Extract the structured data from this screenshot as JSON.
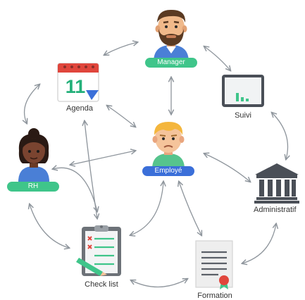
{
  "nodes": {
    "manager": {
      "label": "Manager"
    },
    "agenda": {
      "label": "Agenda",
      "day": "11"
    },
    "suivi": {
      "label": "Suivi"
    },
    "employe": {
      "label": "Employé"
    },
    "rh": {
      "label": "RH"
    },
    "administratif": {
      "label": "Administratif"
    },
    "checklist": {
      "label": "Check list"
    },
    "formation": {
      "label": "Formation"
    }
  },
  "colors": {
    "pill_green": "#3fc58a",
    "pill_blue": "#3b6fd9",
    "arrow": "#8e959c",
    "shirt_blue": "#4a7fd6",
    "shirt_green": "#56c48d",
    "agenda_red": "#e0463c"
  },
  "icons": {
    "manager": "bearded-man-avatar-icon",
    "agenda": "calendar-icon",
    "suivi": "monitor-chart-icon",
    "employe": "worried-employee-avatar-icon",
    "rh": "woman-avatar-icon",
    "administratif": "bank-building-icon",
    "checklist": "clipboard-checklist-icon",
    "formation": "certificate-icon"
  }
}
